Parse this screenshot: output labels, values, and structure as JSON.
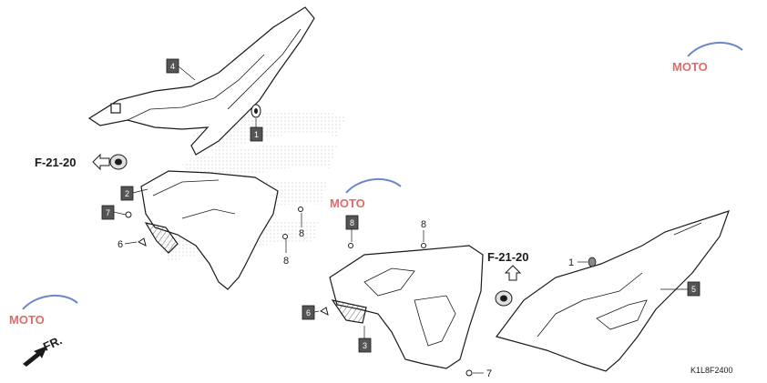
{
  "diagram": {
    "drawing_code": "K1L8F2400",
    "direction_label": "FR.",
    "reference_labels": [
      "F-21-20",
      "F-21-20"
    ],
    "boxed_callouts": [
      "4",
      "1",
      "2",
      "7",
      "8",
      "6",
      "3",
      "5"
    ],
    "plain_callouts": [
      "8",
      "8",
      "6",
      "8",
      "1",
      "7"
    ],
    "watermark_text": "MOTO",
    "colors": {
      "line": "#1a1a1a",
      "box_fill": "#555555",
      "watermark_red": "#d43a3a",
      "watermark_blue": "#3b5fb8",
      "dotted": "#c8c8c8"
    }
  }
}
